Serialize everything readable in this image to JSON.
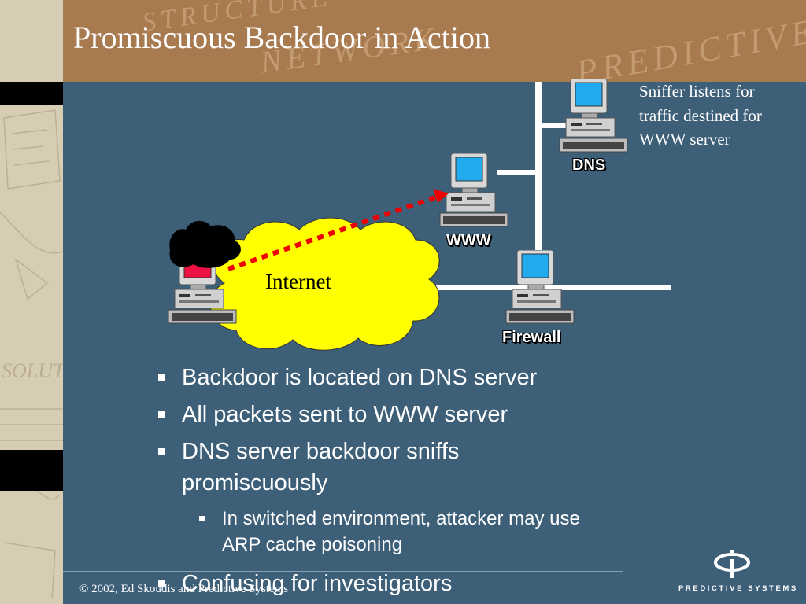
{
  "slide": {
    "title": "Promiscuous Backdoor in Action",
    "background_watermark": [
      "STRUCTURE",
      "NETWORK",
      "PREDICTIVE"
    ],
    "left_watermark": "SOLUT",
    "colors": {
      "background": "#3d5f78",
      "title_bar": "#a87a50",
      "left_strip": "#d7cdb5",
      "cloud": "#ffff00",
      "attack_path": "#ee0000",
      "monitor_screen": "#22aaee",
      "attacker_screen": "#ee1144"
    }
  },
  "diagram": {
    "cloud_label": "Internet",
    "nodes": [
      {
        "id": "dns",
        "label": "DNS",
        "icon": "desktop-computer-icon"
      },
      {
        "id": "www",
        "label": "WWW",
        "icon": "desktop-computer-icon"
      },
      {
        "id": "firewall",
        "label": "Firewall",
        "icon": "desktop-computer-icon"
      },
      {
        "id": "attacker",
        "label": "",
        "icon": "hooded-attacker-computer-icon"
      }
    ],
    "sniffer_note": "Sniffer listens for traffic destined for WWW server",
    "attack_path": "dotted red arrow from attacker to WWW server"
  },
  "bullets": [
    {
      "level": 1,
      "lines": [
        "Backdoor is located on DNS server"
      ]
    },
    {
      "level": 1,
      "lines": [
        "All packets sent to WWW server"
      ]
    },
    {
      "level": 1,
      "lines": [
        "DNS server backdoor sniffs",
        "promiscuously"
      ]
    },
    {
      "level": 2,
      "lines": [
        "In switched environment, attacker may use",
        "ARP cache poisoning"
      ]
    },
    {
      "level": 1,
      "lines": [
        "Confusing for investigators"
      ]
    }
  ],
  "footer": {
    "copyright": "© 2002, Ed Skoudis and Predictive Systems",
    "logo_text": "PREDICTIVE SYSTEMS"
  }
}
